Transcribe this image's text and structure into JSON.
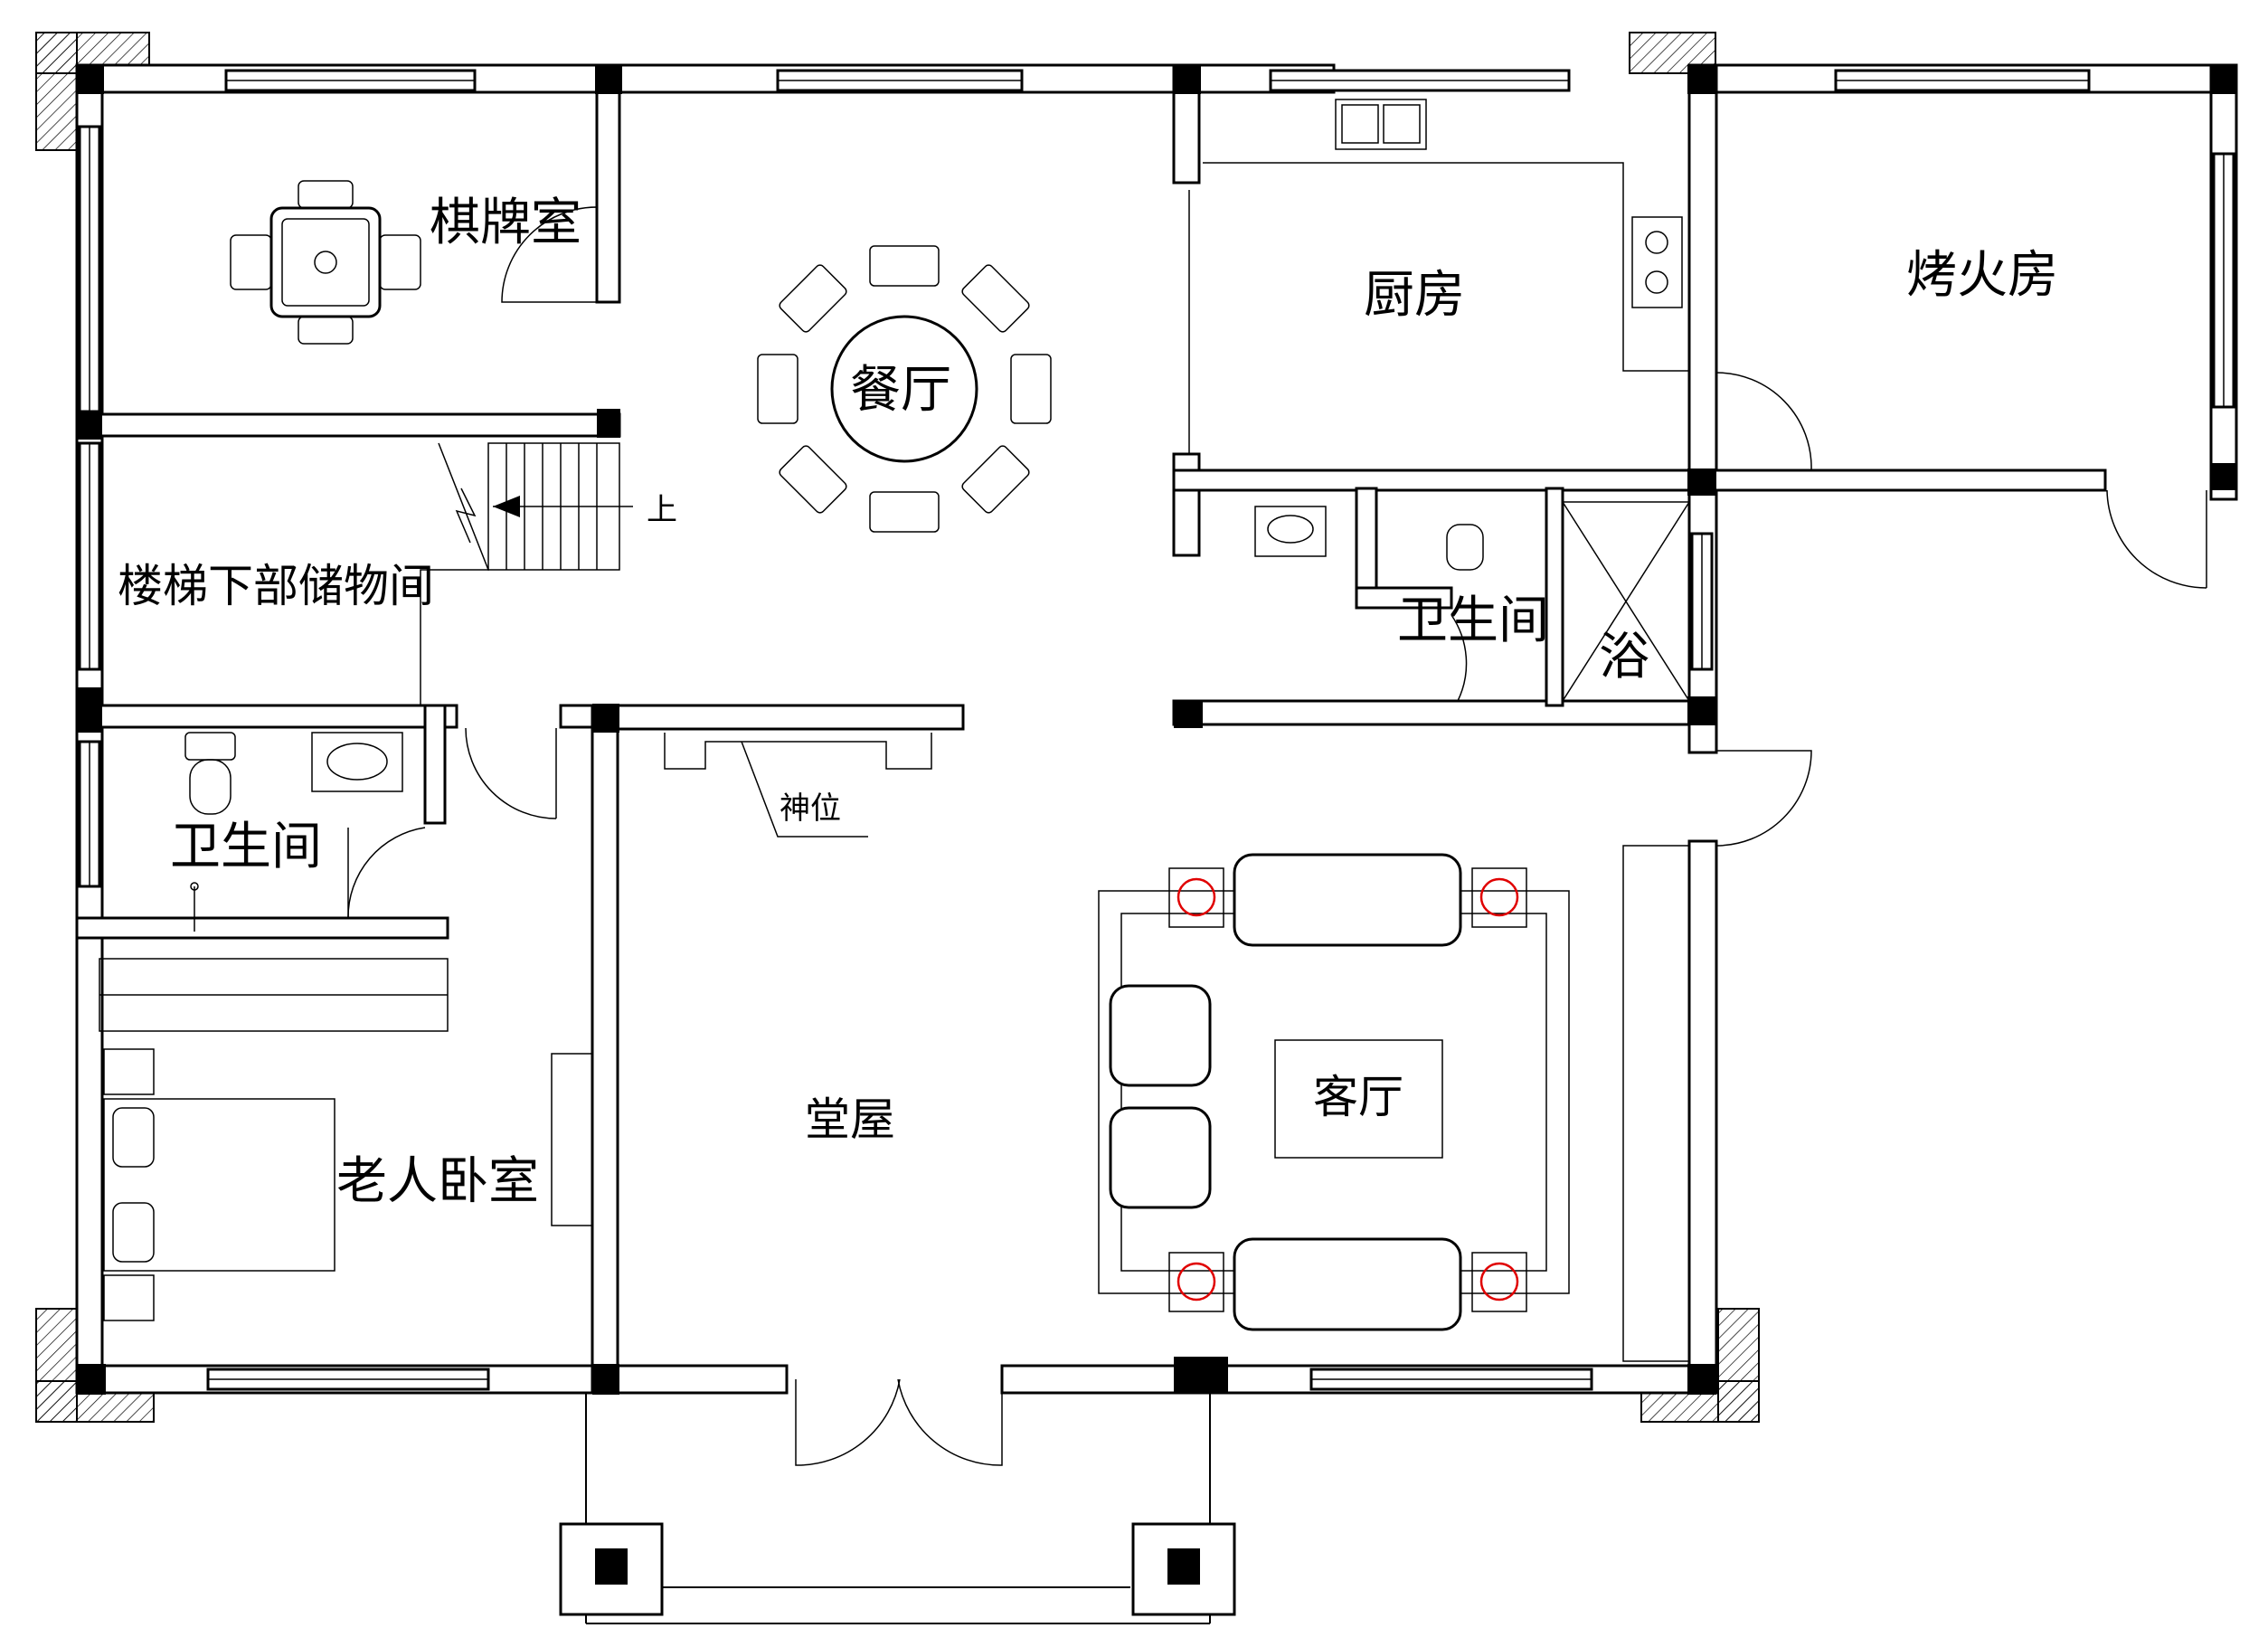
{
  "rooms": {
    "chess_room": "棋牌室",
    "dining_room": "餐厅",
    "kitchen": "厨房",
    "fire_room": "烤火房",
    "stair_storage": "楼梯下部储物间",
    "stair_up": "上",
    "bathroom_upper": "卫生间",
    "shower": "浴",
    "bathroom_left": "卫生间",
    "shrine": "神位",
    "main_hall": "堂屋",
    "living_room": "客厅",
    "elder_bedroom": "老人卧室"
  },
  "colors": {
    "line": "#000000",
    "background": "#ffffff",
    "symbol_accent": "#e00000"
  }
}
